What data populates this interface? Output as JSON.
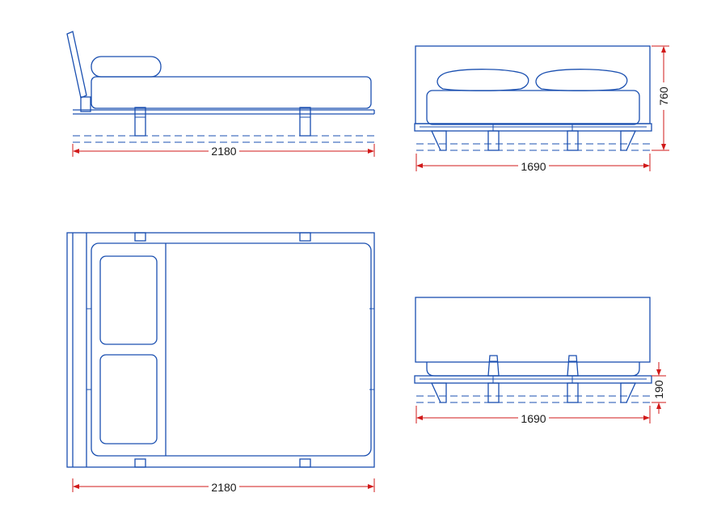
{
  "dimensions": {
    "side_length": "2180",
    "front_width": "1690",
    "front_height": "760",
    "plan_length": "2180",
    "back_width": "1690",
    "back_height": "190"
  },
  "colors": {
    "line": "#1a4fb0",
    "dimension": "#d11a1a"
  }
}
